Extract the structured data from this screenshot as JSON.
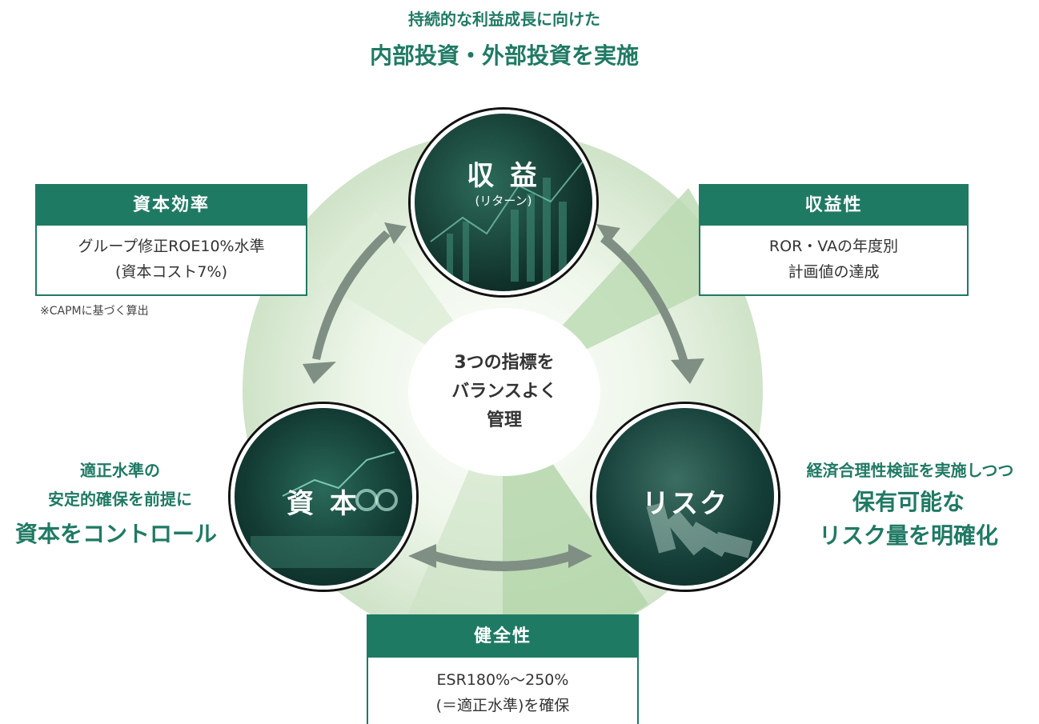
{
  "top": {
    "line1": "持続的な利益成長に向けた",
    "line2": "内部投資・外部投資を実施"
  },
  "nodes": {
    "return": {
      "label": "収 益",
      "sublabel": "(リターン)"
    },
    "capital": {
      "label": "資 本"
    },
    "risk": {
      "label": "リスク"
    }
  },
  "center": {
    "line1": "3つの指標を",
    "line2": "バランスよく",
    "line3": "管理"
  },
  "boxes": {
    "capital_efficiency": {
      "title": "資本効率",
      "body1": "グループ修正ROE10%水準",
      "body2": "(資本コスト7%)",
      "note": "※CAPMに基づく算出"
    },
    "profitability": {
      "title": "収益性",
      "body1": "ROR・VAの年度別",
      "body2": "計画値の達成"
    },
    "soundness": {
      "title": "健全性",
      "body1": "ESR180%～250%",
      "body2": "(＝適正水準)を確保"
    }
  },
  "left_text": {
    "line1": "適正水準の",
    "line2": "安定的確保を前提に",
    "line3": "資本をコントロール"
  },
  "right_text": {
    "line1": "経済合理性検証を実施しつつ",
    "line2": "保有可能な",
    "line3": "リスク量を明確化"
  },
  "colors": {
    "accent": "#1f7a64",
    "arrow": "#7f8f84",
    "ring": "#cfe5c9"
  }
}
